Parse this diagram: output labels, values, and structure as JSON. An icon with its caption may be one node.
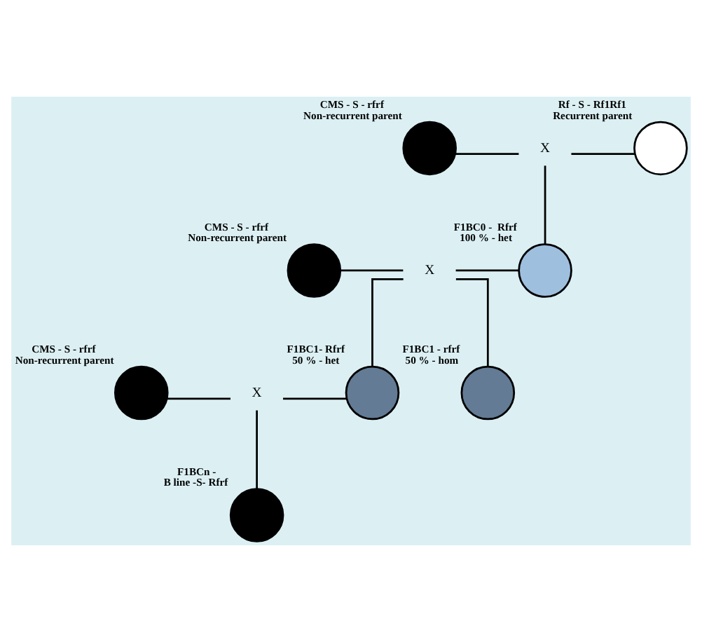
{
  "diagram": {
    "nodes": [
      {
        "text": [],
        "shape": "circle",
        "beside": [
          "CMS - S - rfrf",
          "Non-recurrent parent"
        ]
      },
      {
        "text": [
          "X"
        ]
      },
      {
        "text": [],
        "shape": "circle",
        "beside": [
          "Rf - S - Rf1Rf1",
          "Recurrent parent"
        ]
      },
      {
        "text": [],
        "shape": "circle",
        "beside": [
          "CMS - S - rfrf",
          "Non-recurrent parent"
        ]
      },
      {
        "text": [
          "X"
        ]
      },
      {
        "text": [],
        "shape": "circle",
        "beside": [
          "F1BC0 -  Rfrf",
          "100 % - het"
        ]
      },
      {
        "text": [],
        "shape": "circle",
        "beside": [
          "CMS - S - rfrf",
          "Non-recurrent parent"
        ]
      },
      {
        "text": [
          "X"
        ]
      },
      {
        "text": [],
        "shape": "circle",
        "beside": [
          "F1BC1- Rfrf",
          "50 % - het"
        ]
      },
      {
        "text": [],
        "shape": "circle",
        "beside": [
          "F1BC1 - rfrf",
          "50 % - hom"
        ]
      },
      {
        "text": [],
        "shape": "circle",
        "beside": [
          "F1BCn -",
          "B line -S- Rfrf"
        ]
      }
    ],
    "edges": [
      {
        "from": 0,
        "to": 1,
        "arrow": "none"
      },
      {
        "from": 1,
        "to": 2,
        "arrow": "none"
      },
      {
        "from": 1,
        "to": 5,
        "arrow": "none"
      },
      {
        "from": 3,
        "to": 4,
        "arrow": "none"
      },
      {
        "from": 4,
        "to": 5,
        "arrow": "none"
      },
      {
        "from": 4,
        "to": 8,
        "arrow": "none"
      },
      {
        "from": 4,
        "to": 9,
        "arrow": "none"
      },
      {
        "from": 6,
        "to": 7,
        "arrow": "none"
      },
      {
        "from": 7,
        "to": 8,
        "arrow": "none"
      },
      {
        "from": 7,
        "to": 10,
        "arrow": "none"
      }
    ]
  }
}
